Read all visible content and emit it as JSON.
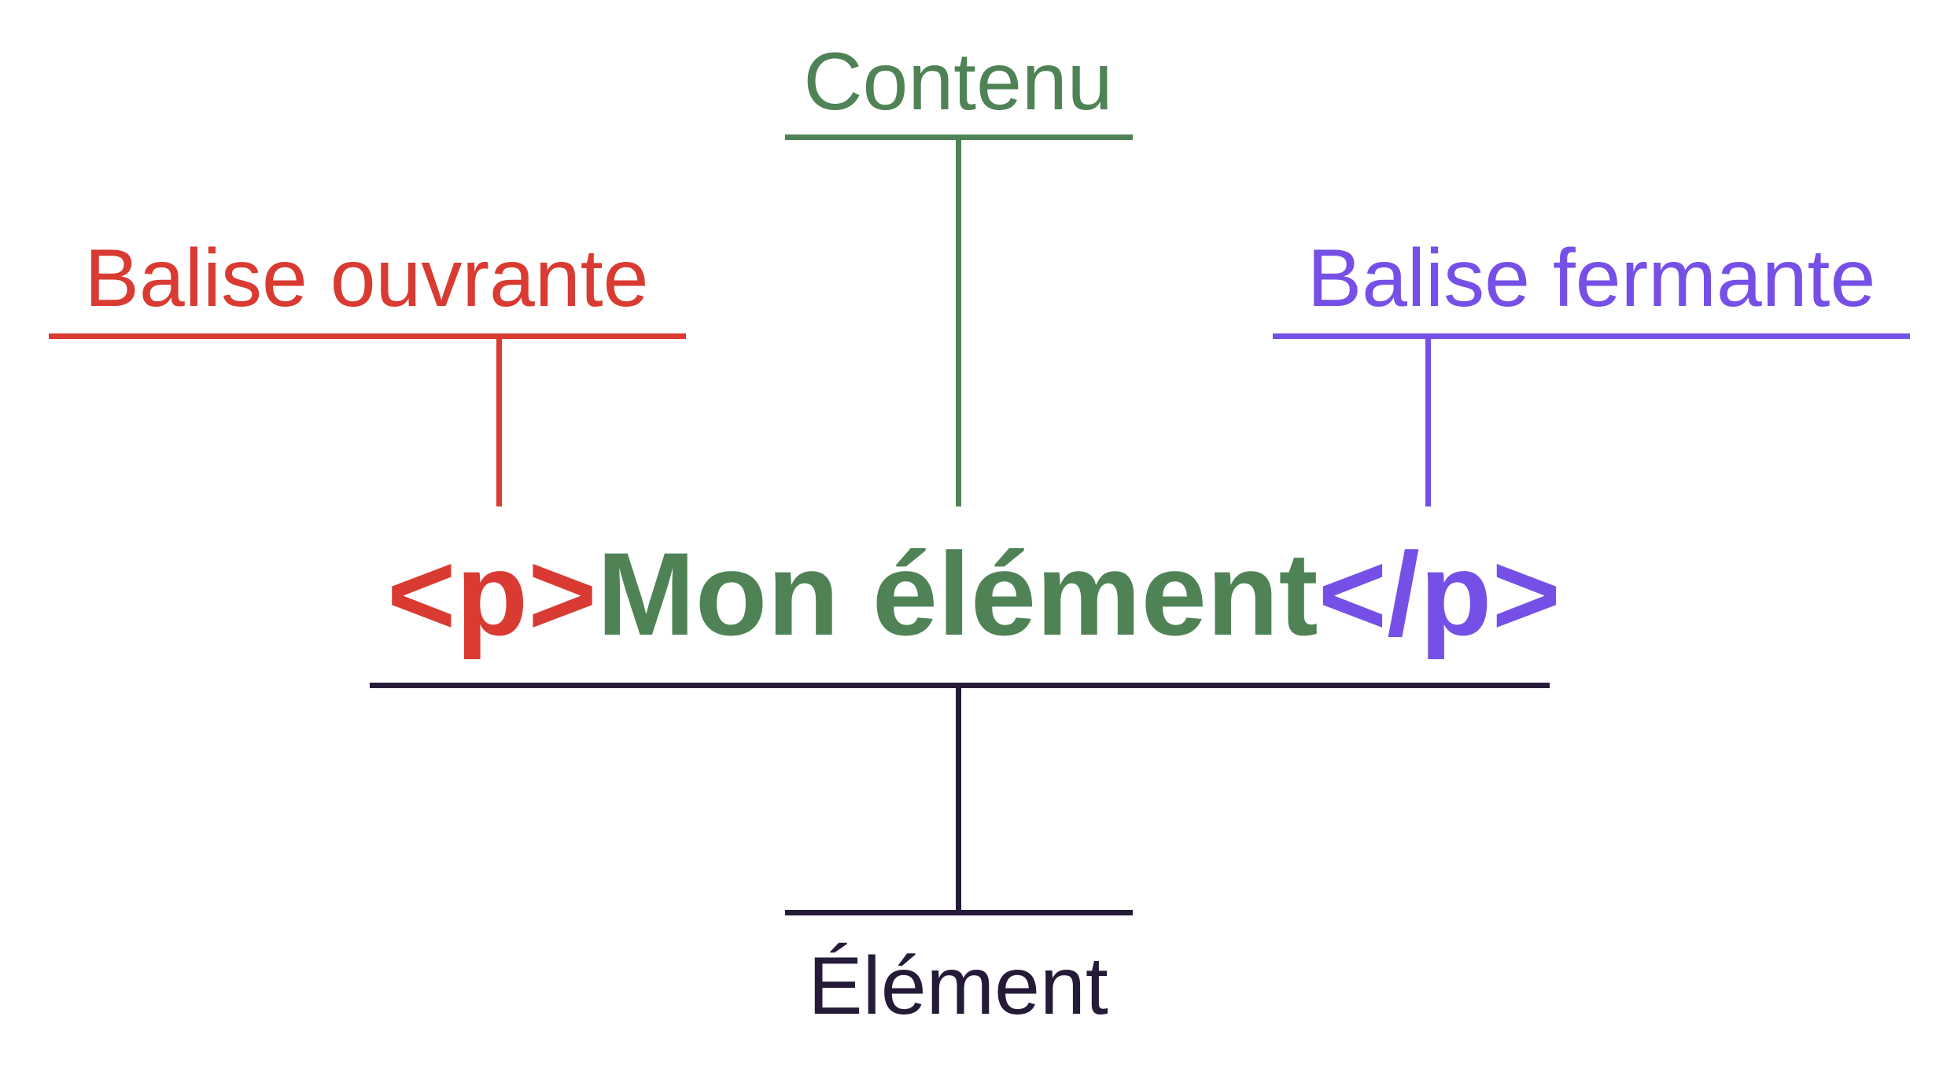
{
  "labels": {
    "content": "Contenu",
    "opening_tag": "Balise ouvrante",
    "closing_tag": "Balise fermante",
    "element": "Élément"
  },
  "code": {
    "opening_tag": "<p>",
    "content": "Mon élément",
    "closing_tag": "</p>"
  },
  "colors": {
    "opening_tag": "#d93a31",
    "content": "#4f8356",
    "closing_tag": "#7650e6",
    "element": "#251b39"
  }
}
